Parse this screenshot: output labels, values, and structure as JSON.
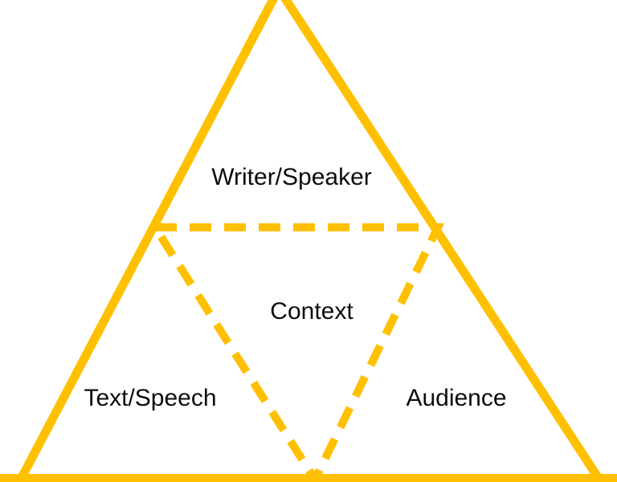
{
  "diagram": {
    "labels": {
      "top": "Writer/Speaker",
      "center": "Context",
      "bottom_left": "Text/Speech",
      "bottom_right": "Audience"
    },
    "colors": {
      "line": "#FFC000",
      "text": "#0D0D0D",
      "background": "#FFFFFF"
    }
  }
}
